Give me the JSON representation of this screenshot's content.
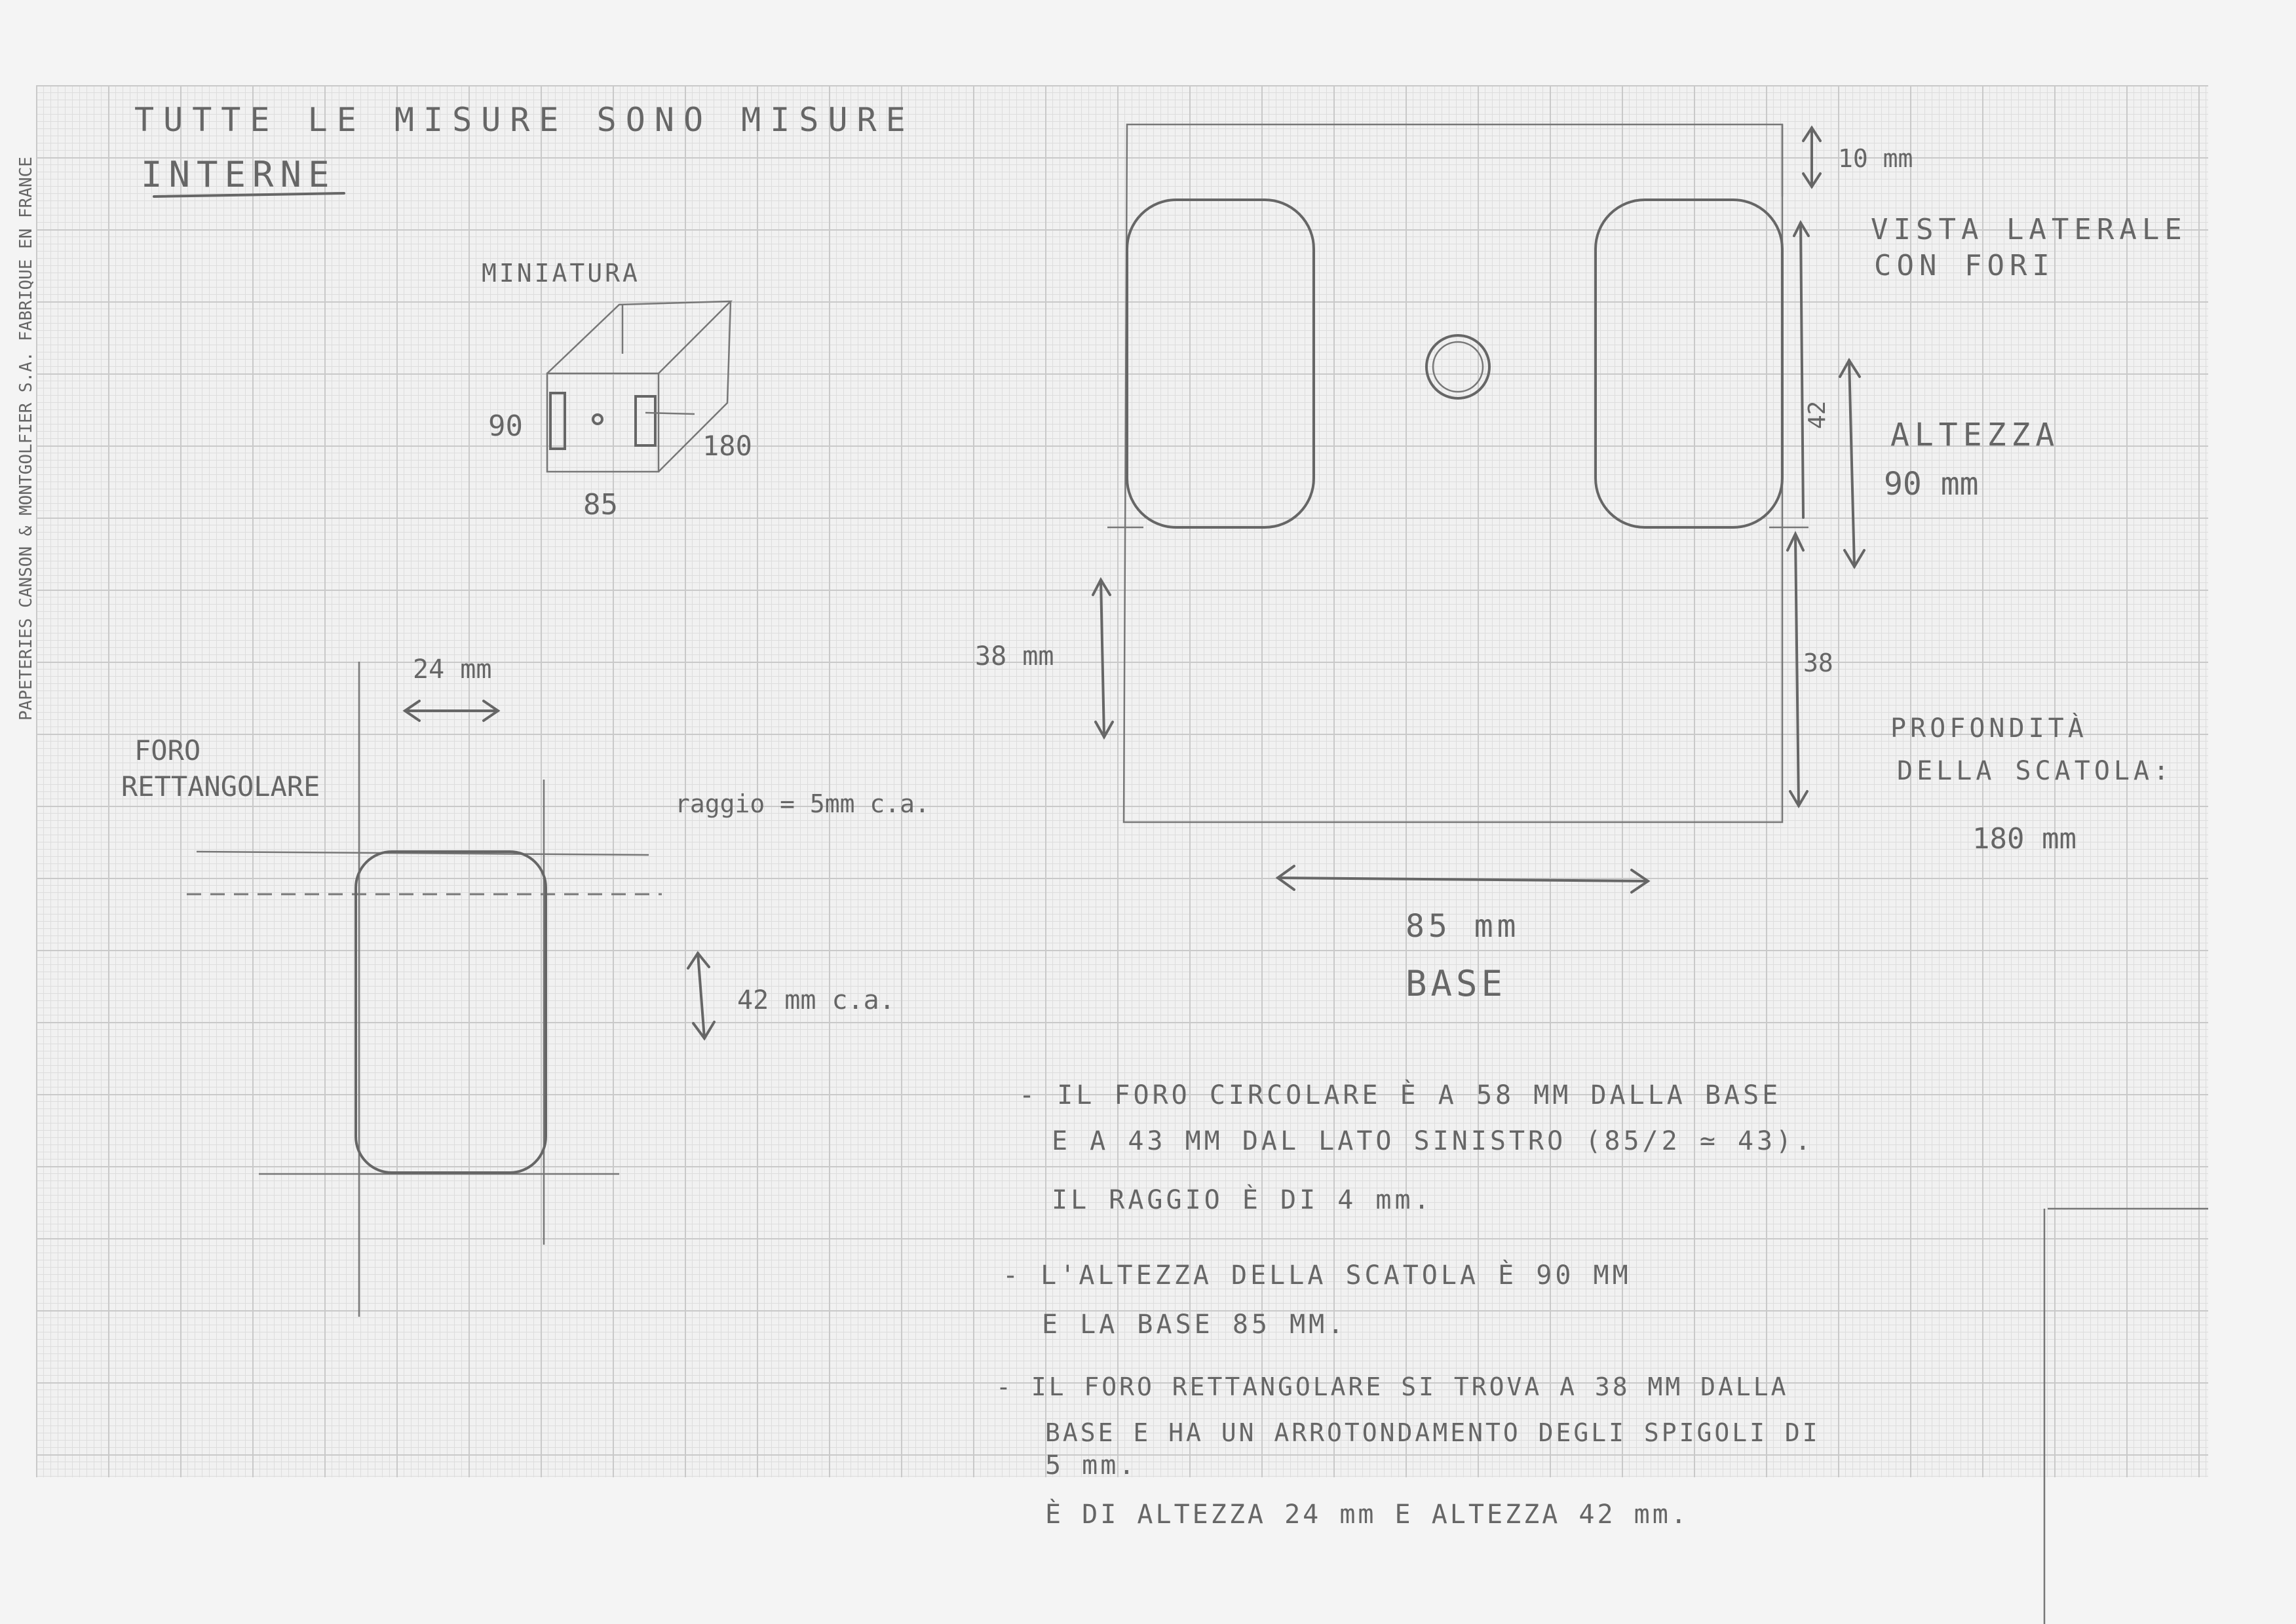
{
  "brand_text": "PAPETERIES CANSON & MONTGOLFIER S.A. FABRIQUE EN FRANCE",
  "heading": {
    "line1": "TUTTE LE MISURE SONO MISURE",
    "line2": "INTERNE"
  },
  "miniature": {
    "label": "MINIATURA",
    "height": "90",
    "depth": "180",
    "width": "85"
  },
  "rect_hole": {
    "label1": "FORO",
    "label2": "RETTANGOLARE",
    "width_label": "24 mm",
    "radius_label": "raggio = 5mm c.a.",
    "height_label": "42 mm c.a."
  },
  "side_view": {
    "title1": "VISTA LATERALE",
    "title2": "CON FORI",
    "top_gap": "10 mm",
    "hole_height": "42",
    "height_title": "ALTEZZA",
    "height_value": "90 mm",
    "left_bottom": "38 mm",
    "right_bottom": "38",
    "base_value": "85 mm",
    "base_title": "BASE",
    "depth_title1": "PROFONDITÀ",
    "depth_title2": "DELLA SCATOLA:",
    "depth_value": "180 mm"
  },
  "notes": [
    {
      "line1": "- IL FORO CIRCOLARE È A 58 MM DALLA BASE",
      "line2": "E A 43 MM DAL LATO SINISTRO (85/2 ≃ 43).",
      "line3": "IL RAGGIO È DI 4 mm."
    },
    {
      "line1": "- L'ALTEZZA DELLA SCATOLA È 90 MM",
      "line2": "E LA BASE 85 MM."
    },
    {
      "line1": "- IL FORO RETTANGOLARE SI TROVA A 38 MM DALLA",
      "line2": "BASE E HA UN ARROTONDAMENTO DEGLI SPIGOLI DI",
      "line3": "5 mm.",
      "line4": "È DI ALTEZZA 24 mm E ALTEZZA 42 mm."
    }
  ],
  "ink_color": "#666666",
  "grid_color": "#c9c9c9"
}
